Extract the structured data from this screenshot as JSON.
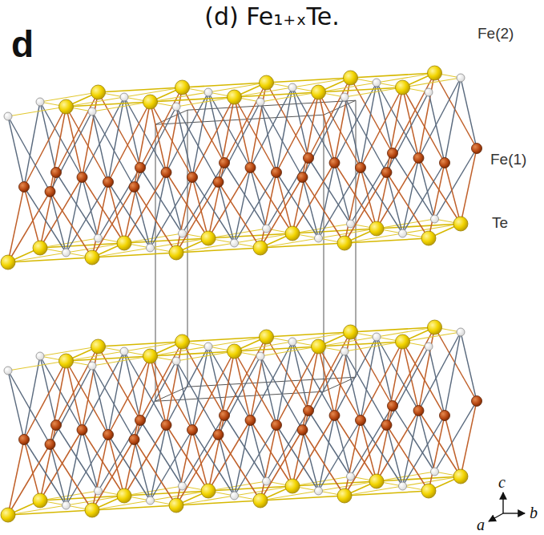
{
  "diagram": {
    "title": "(d) Fe₁₊ₓTe.",
    "labels": [
      "d",
      "Fe(2)",
      "Fe(1)",
      "Te",
      "c",
      "a",
      "b"
    ]
  }
}
